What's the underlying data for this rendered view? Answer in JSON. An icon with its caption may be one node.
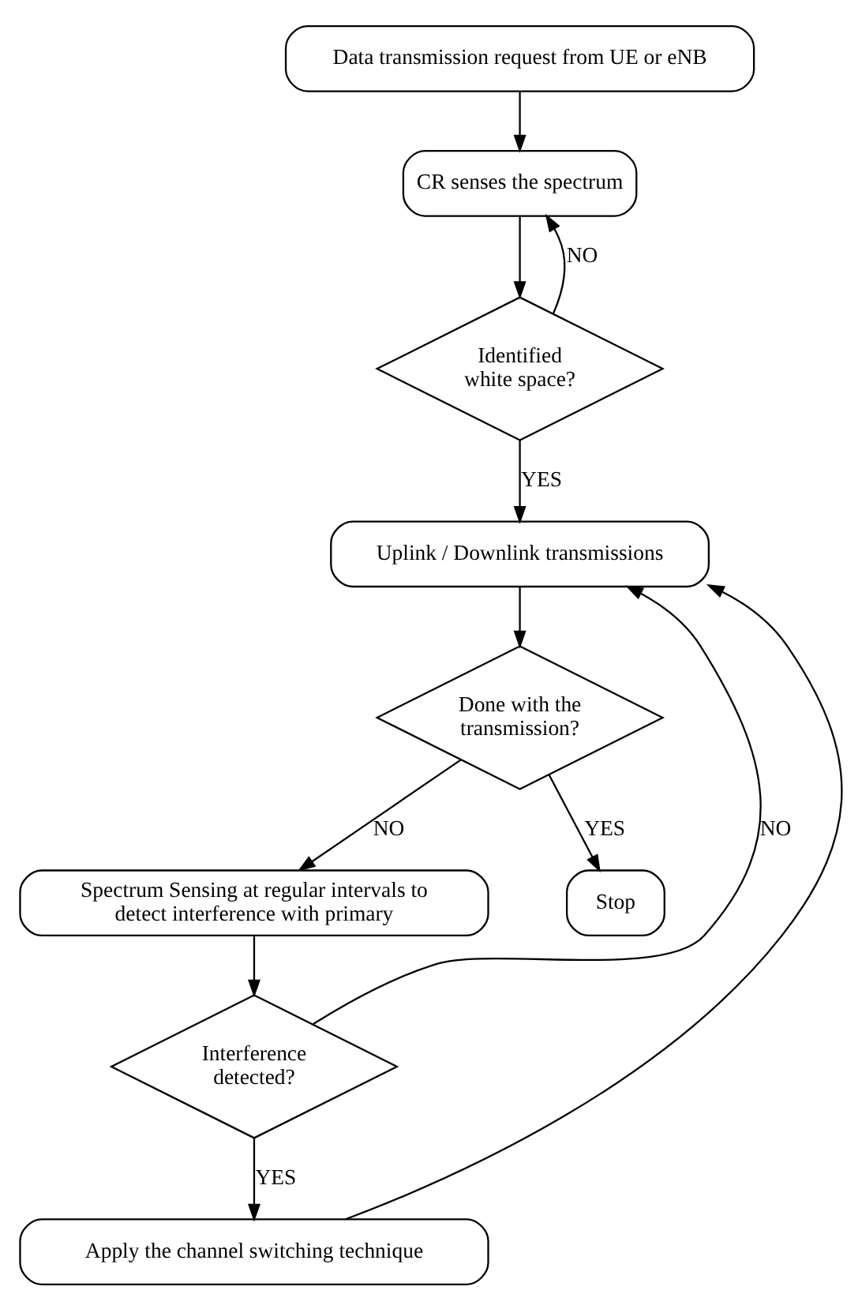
{
  "diagram": {
    "nodes": [
      {
        "text": [
          "Data transmission request from UE or eNB"
        ]
      },
      {
        "text": [
          "CR senses the spectrum"
        ]
      },
      {
        "text": [
          "Identified white space?"
        ]
      },
      {
        "text": [
          "Uplink / Downlink transmissions"
        ]
      },
      {
        "text": [
          "Done with the transmission?"
        ]
      },
      {
        "text": [
          "Spectrum Sensing at regular intervals to detect interference with primary"
        ]
      },
      {
        "text": [
          "Stop"
        ]
      },
      {
        "text": [
          "Interference detected?"
        ]
      },
      {
        "text": [
          "Apply the channel switching technique"
        ]
      }
    ],
    "edges": [
      {
        "from": 0,
        "to": 1,
        "arrow": "to"
      },
      {
        "from": 1,
        "to": 2,
        "arrow": "to"
      },
      {
        "from": 2,
        "to": 1,
        "arrow": "to",
        "label": "NO"
      },
      {
        "from": 2,
        "to": 3,
        "arrow": "to",
        "label": "YES"
      },
      {
        "from": 3,
        "to": 4,
        "arrow": "to"
      },
      {
        "from": 4,
        "to": 6,
        "arrow": "to",
        "label": "YES"
      },
      {
        "from": 4,
        "to": 5,
        "arrow": "to",
        "label": "NO"
      },
      {
        "from": 5,
        "to": 7,
        "arrow": "to"
      },
      {
        "from": 7,
        "to": 3,
        "arrow": "to",
        "label": "NO"
      },
      {
        "from": 7,
        "to": 8,
        "arrow": "to",
        "label": "YES"
      },
      {
        "from": 8,
        "to": 3,
        "arrow": "to"
      }
    ]
  }
}
